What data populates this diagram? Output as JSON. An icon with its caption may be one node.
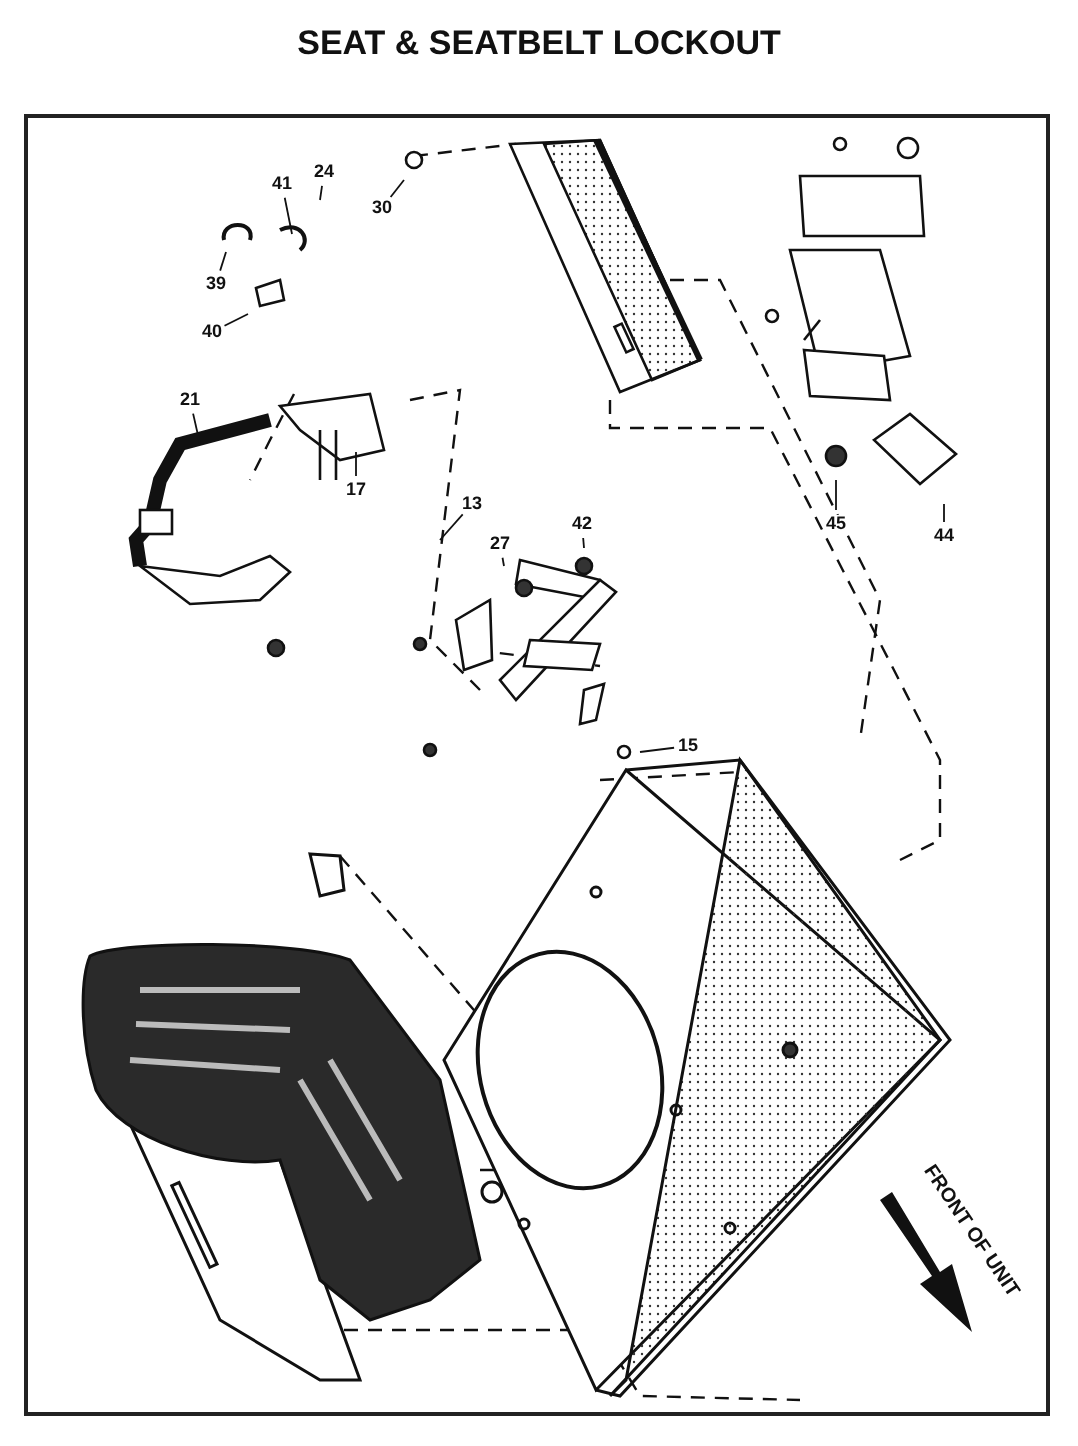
{
  "diagram": {
    "title": "SEAT & SEATBELT LOCKOUT",
    "nodes": [
      {
        "text": [
          "30"
        ]
      },
      {
        "text": [
          "24"
        ]
      },
      {
        "text": [
          "41"
        ]
      },
      {
        "text": [
          "39"
        ]
      },
      {
        "text": [
          "40"
        ]
      },
      {
        "text": [
          "21"
        ]
      },
      {
        "text": [
          "17"
        ]
      },
      {
        "text": [
          "13"
        ]
      },
      {
        "text": [
          "27"
        ]
      },
      {
        "text": [
          "42"
        ]
      },
      {
        "text": [
          "15"
        ]
      },
      {
        "text": [
          "45"
        ]
      },
      {
        "text": [
          "44"
        ]
      }
    ],
    "edges": [
      {
        "from": 0,
        "to": null,
        "arrow": "none"
      },
      {
        "from": 1,
        "to": null,
        "arrow": "none"
      },
      {
        "from": 2,
        "to": null,
        "arrow": "none"
      },
      {
        "from": 3,
        "to": null,
        "arrow": "none"
      },
      {
        "from": 4,
        "to": null,
        "arrow": "none"
      },
      {
        "from": 5,
        "to": null,
        "arrow": "none"
      },
      {
        "from": 6,
        "to": null,
        "arrow": "none"
      },
      {
        "from": 7,
        "to": null,
        "arrow": "none"
      },
      {
        "from": 8,
        "to": null,
        "arrow": "none"
      },
      {
        "from": 9,
        "to": null,
        "arrow": "none"
      },
      {
        "from": 10,
        "to": null,
        "arrow": "none"
      },
      {
        "from": 11,
        "to": null,
        "arrow": "none"
      },
      {
        "from": 12,
        "to": null,
        "arrow": "none"
      }
    ],
    "labels": [
      "FRONT OF UNIT"
    ]
  }
}
